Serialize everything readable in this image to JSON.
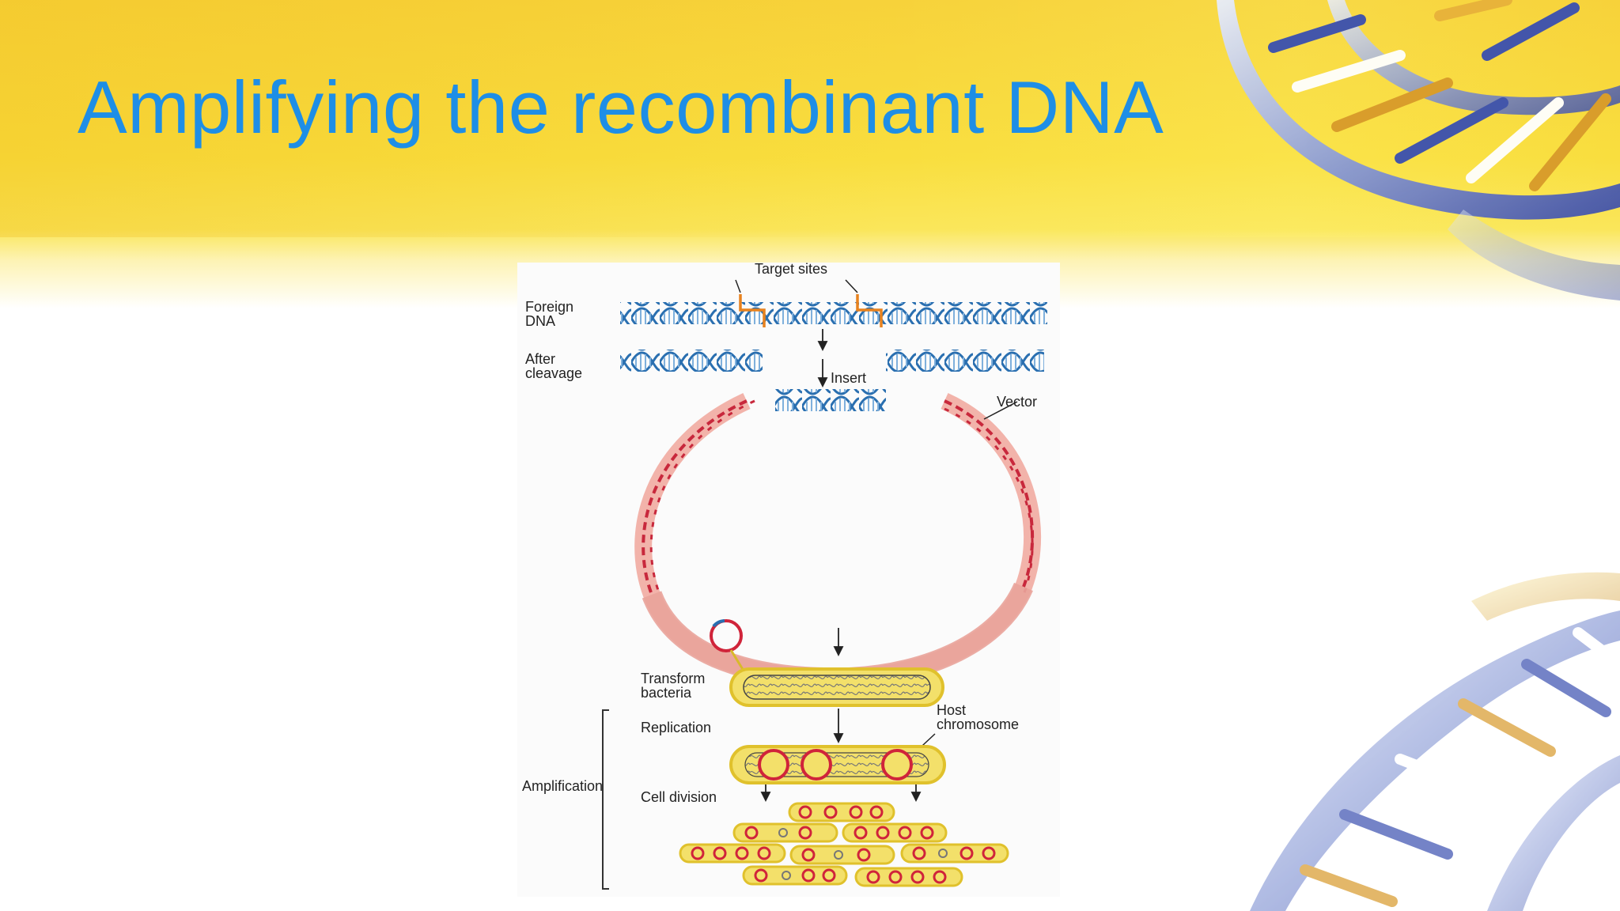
{
  "slide": {
    "title": "Amplifying the recombinant DNA"
  },
  "diagram": {
    "labels": {
      "target_sites": "Target sites",
      "foreign_dna_line1": "Foreign",
      "foreign_dna_line2": "DNA",
      "after_cleavage_line1": "After",
      "after_cleavage_line2": "cleavage",
      "insert": "Insert",
      "vector": "Vector",
      "transform_bacteria_line1": "Transform",
      "transform_bacteria_line2": "bacteria",
      "host_chromosome_line1": "Host",
      "host_chromosome_line2": "chromosome",
      "replication": "Replication",
      "amplification": "Amplification",
      "cell_division": "Cell division"
    },
    "colors": {
      "foreign_dna": "#2a6fb0",
      "vector_dna": "#c8283c",
      "vector_backbone": "#f2b3aa",
      "bacteria_fill": "#f3e06a",
      "bacteria_outline": "#e0c12c",
      "plasmid": "#d0243a",
      "cut_site": "#e8821e"
    }
  }
}
